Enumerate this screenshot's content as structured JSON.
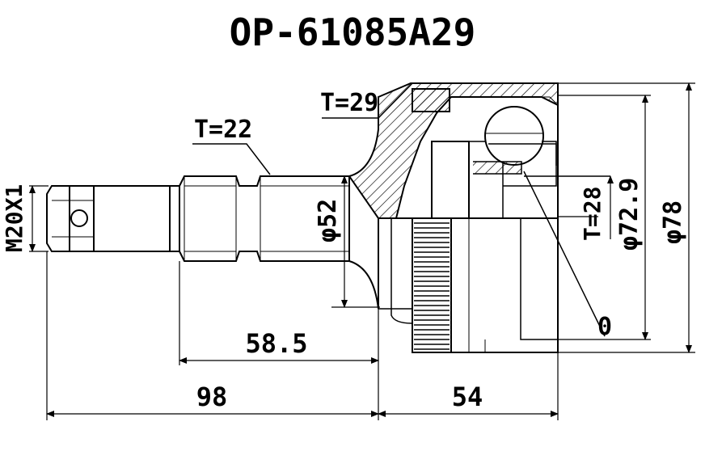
{
  "title": "OP-61085A29",
  "labels": {
    "teeth_outer": "T=29",
    "teeth_shaft": "T=22",
    "teeth_inner": "T=28",
    "thread": "M20X1",
    "dia_shaft": "φ52",
    "dia_inner": "φ72.9",
    "dia_outer": "φ78",
    "abs_ring": "0",
    "len_spline": "58.5",
    "len_shaft": "98",
    "len_body": "54"
  },
  "colors": {
    "ink": "#000000",
    "background": "#ffffff"
  }
}
